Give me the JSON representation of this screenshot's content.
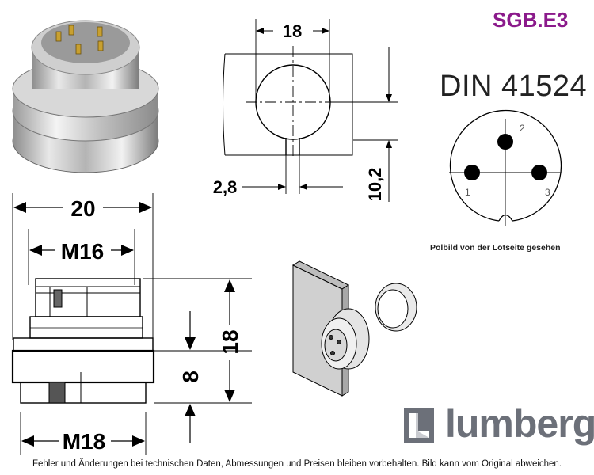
{
  "product_code": "SGB.E3",
  "standard": "DIN 41524",
  "pin_caption": "Polbild von der Lötseite gesehen",
  "pins": [
    "1",
    "2",
    "3"
  ],
  "dims": {
    "cutout_width": "18",
    "flat_width": "2,8",
    "cutout_height": "10,2",
    "body_width": "20",
    "thread_top": "M16",
    "thread_bottom": "M18",
    "height_small": "8",
    "height_total": "18"
  },
  "logo": "lumberg",
  "footer": "Fehler und Änderungen bei technischen Daten, Abmessungen und Preisen bleiben vorbehalten. Bild kann vom Original abweichen.",
  "colors": {
    "code": "#8b1a8b",
    "logo": "#6c7079"
  }
}
